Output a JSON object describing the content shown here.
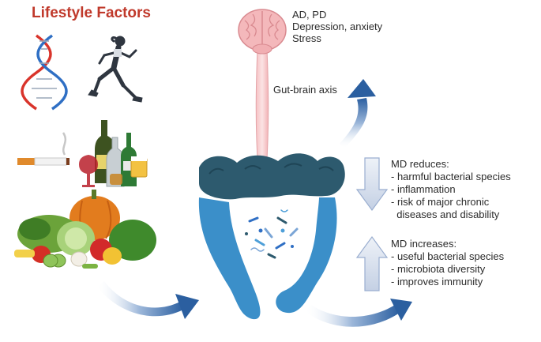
{
  "title": "Lifestyle Factors",
  "brain_conditions": [
    "AD, PD",
    "Depression, anxiety",
    "Stress"
  ],
  "axis_label": "Gut-brain axis",
  "reduces": {
    "heading": "MD reduces:",
    "items": [
      "- harmful bacterial species",
      "- inflammation",
      "- risk of major chronic",
      "  diseases and disability"
    ]
  },
  "increases": {
    "heading": "MD increases:",
    "items": [
      "- useful bacterial species",
      "- microbiota diversity",
      "- improves immunity"
    ]
  },
  "icons": [
    "dna-icon",
    "runner-icon",
    "cigarette-icon",
    "alcohol-bottles-icon",
    "vegetables-icon",
    "brain-icon",
    "spinal-cord-icon",
    "intestine-icon",
    "bacteria-icon",
    "down-arrow-icon",
    "up-arrow-icon",
    "curved-arrow-icon"
  ],
  "colors": {
    "title": "#c0392b",
    "colon_dark": "#2d5a6e",
    "colon_light": "#3b8fc9",
    "arrow": "#2b5fa0",
    "brain": "#f3b7ba"
  }
}
